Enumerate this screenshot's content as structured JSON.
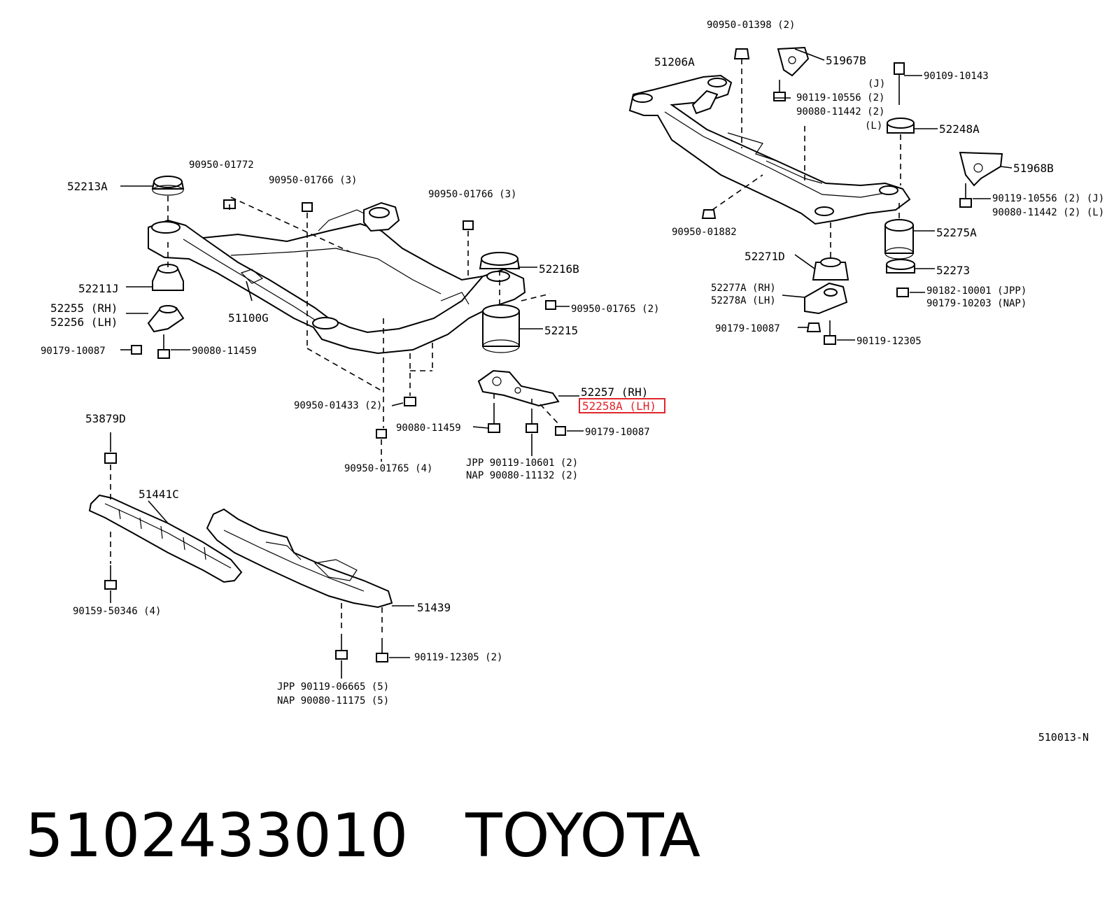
{
  "labels": {
    "l_90950_01398": "90950-01398 (2)",
    "l_51206A": "51206A",
    "l_51967B": "51967B",
    "l_J_top": "(J)",
    "l_90109_10143": "90109-10143",
    "l_90119_10556_a": "90119-10556 (2)",
    "l_90080_11442_a": "90080-11442 (2)",
    "l_L_top": "(L)",
    "l_52248A": "52248A",
    "l_51968B": "51968B",
    "l_90119_10556_b": "90119-10556 (2) (J)",
    "l_90080_11442_b": "90080-11442 (2) (L)",
    "l_90950_01882": "90950-01882",
    "l_52275A": "52275A",
    "l_52271D": "52271D",
    "l_52273": "52273",
    "l_52277A": "52277A (RH)",
    "l_52278A": "52278A (LH)",
    "l_90182_10001": "90182-10001 (JPP)",
    "l_90179_10203": "90179-10203 (NAP)",
    "l_90179_10087_r": "90179-10087",
    "l_90119_12305_r": "90119-12305",
    "l_52213A": "52213A",
    "l_90950_01772": "90950-01772",
    "l_90950_01766_a": "90950-01766 (3)",
    "l_90950_01766_b": "90950-01766 (3)",
    "l_52216B": "52216B",
    "l_52211J": "52211J",
    "l_52255": "52255 (RH)",
    "l_52256": "52256 (LH)",
    "l_51100G": "51100G",
    "l_90950_01765_a": "90950-01765 (2)",
    "l_52215": "52215",
    "l_90179_10087_l": "90179-10087",
    "l_90080_11459_l": "90080-11459",
    "l_52257": "52257  (RH)",
    "l_52258A": "52258A (LH)",
    "l_90950_01433": "90950-01433 (2)",
    "l_90080_11459_m": "90080-11459",
    "l_90179_10087_m": "90179-10087",
    "l_53879D": "53879D",
    "l_90950_01765_b": "90950-01765 (4)",
    "l_jpp_a": "JPP  90119-10601 (2)",
    "l_nap_a": "NAP  90080-11132 (2)",
    "l_51441C": "51441C",
    "l_51439": "51439",
    "l_90159_50346": "90159-50346 (4)",
    "l_90119_12305_b": "90119-12305 (2)",
    "l_jpp_b": "JPP 90119-06665 (5)",
    "l_nap_b": "NAP 90080-11175 (5)"
  },
  "code_ref": "510013-N",
  "footer": {
    "part_number": "5102433010",
    "brand": "TOYOTA"
  },
  "highlight_color": "#e0262b"
}
